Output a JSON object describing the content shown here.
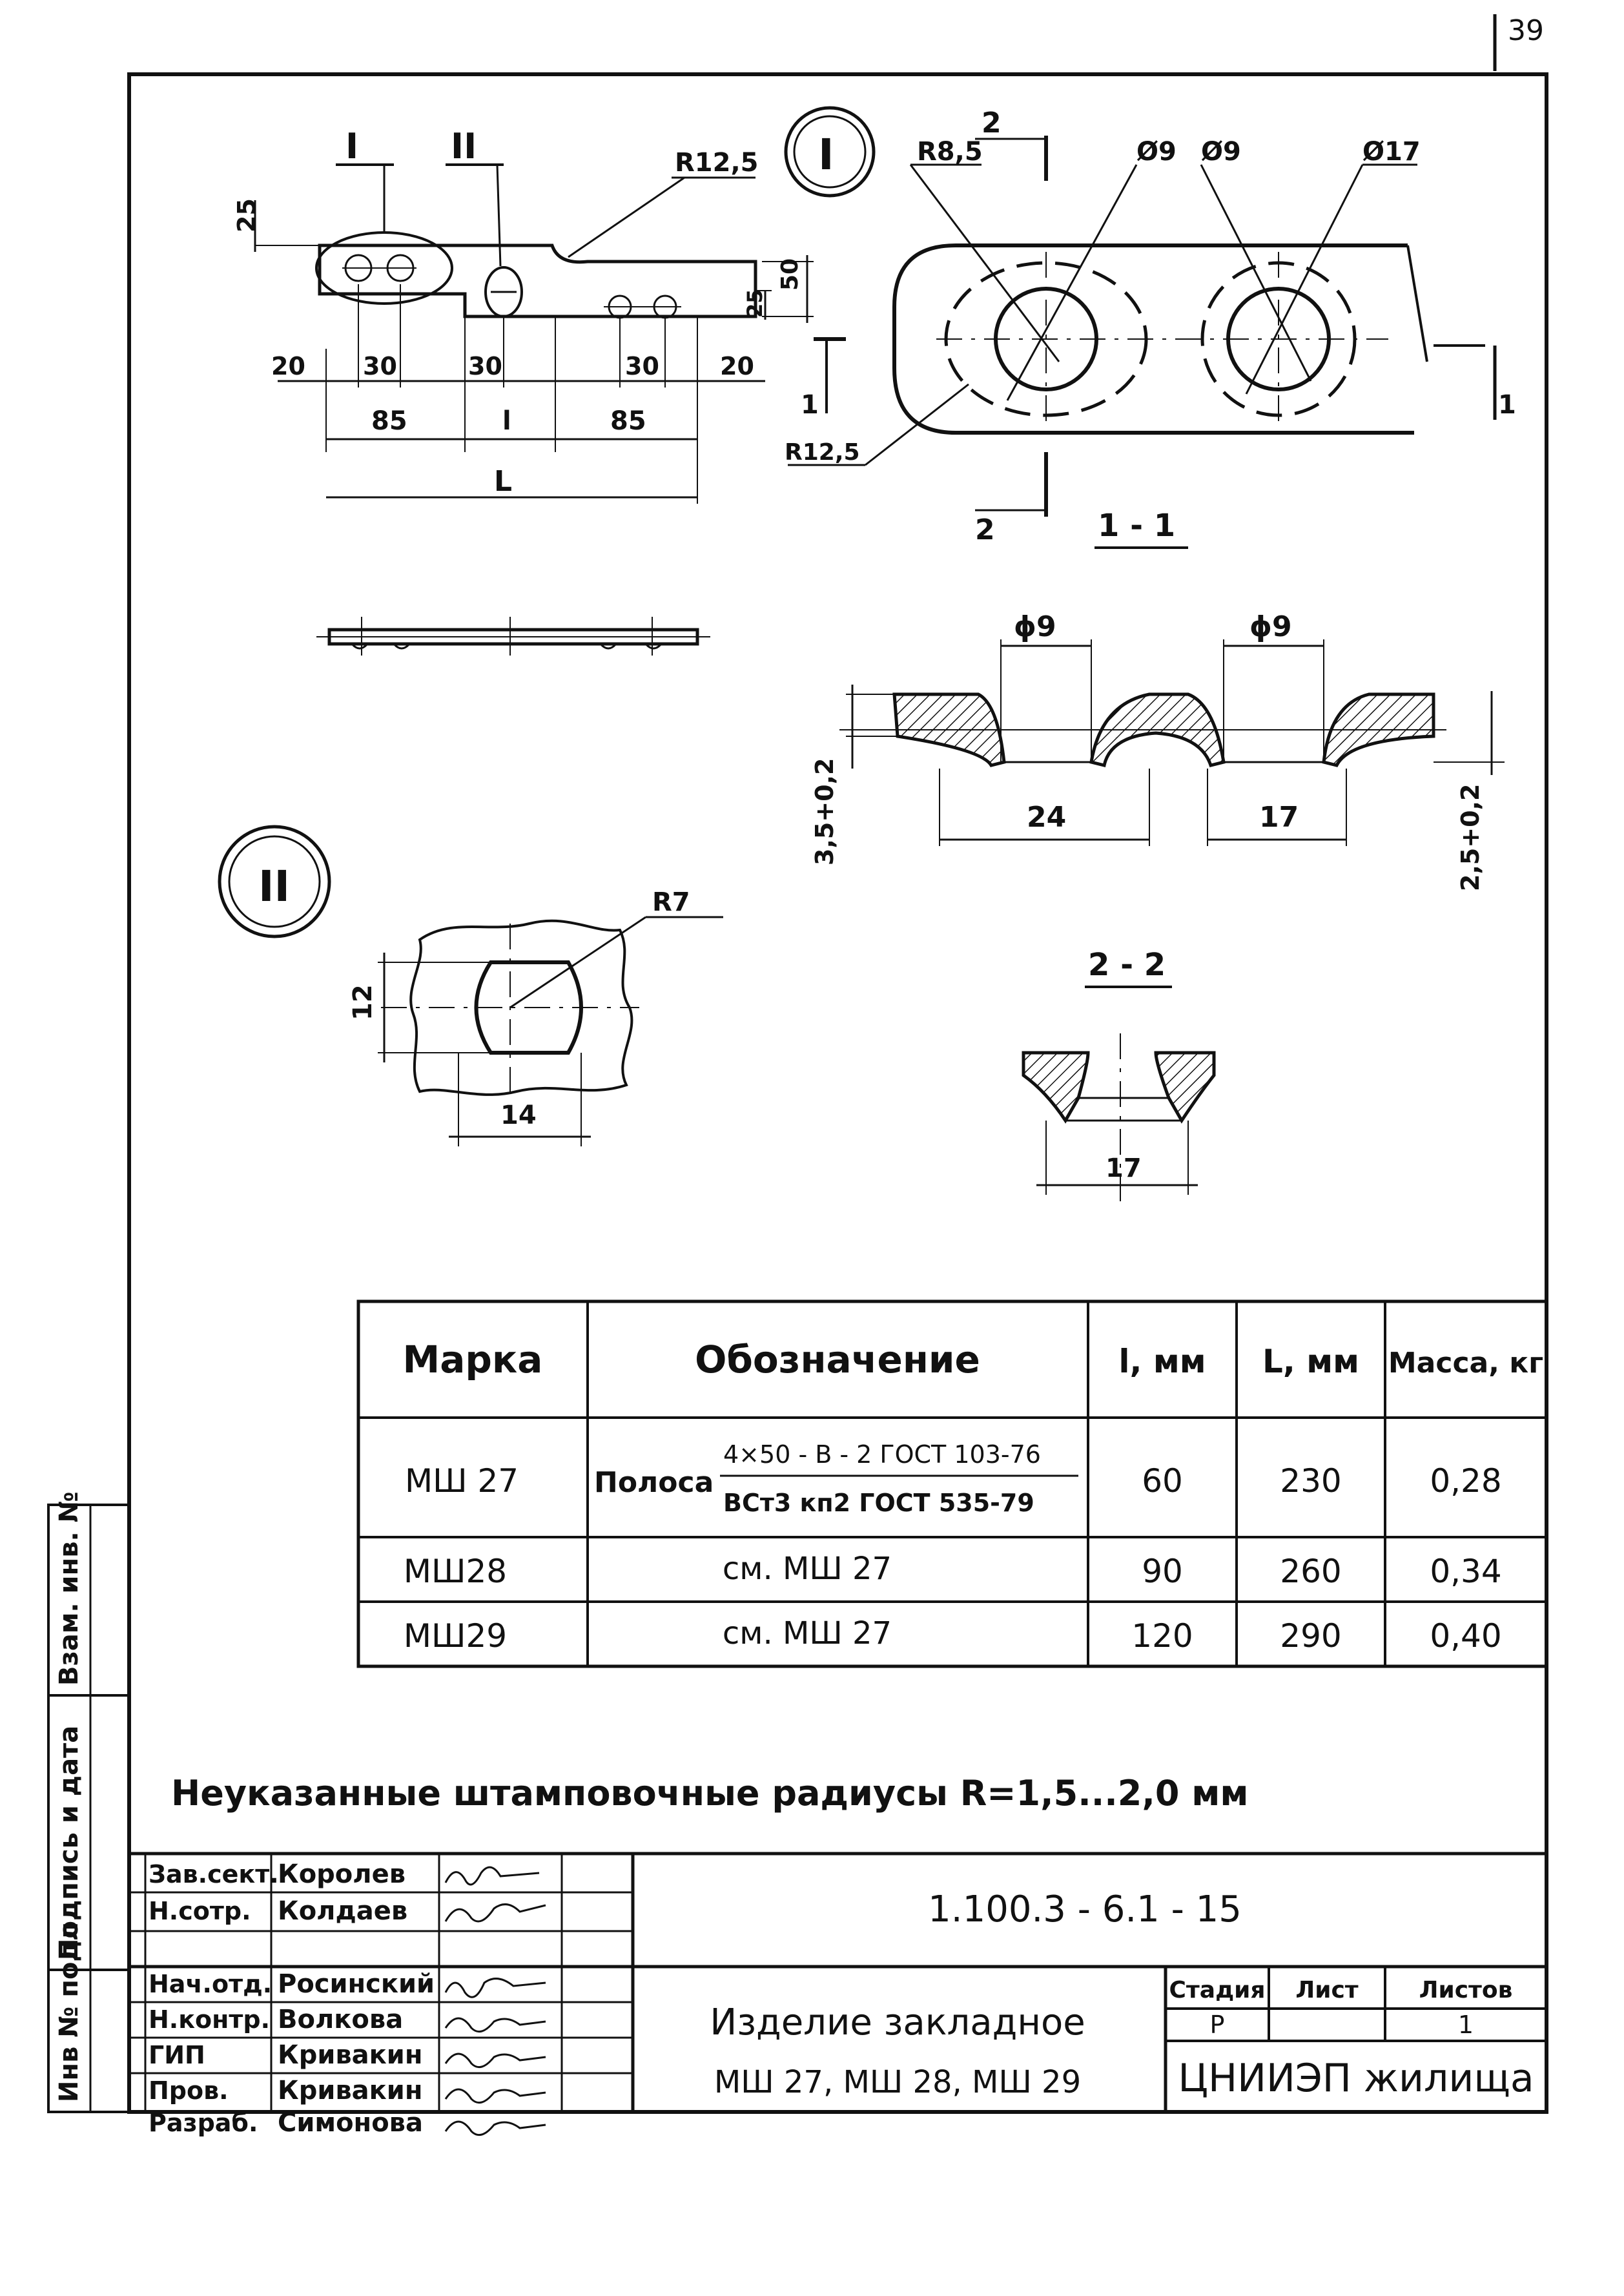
{
  "page_number": "39",
  "views": {
    "main": {
      "callout_1": "I",
      "callout_2": "II",
      "radius_top": "R12,5",
      "dim_25": "25",
      "dim_50": "50",
      "dim_25b": "25",
      "dim_20_left": "20",
      "dim_30_a": "30",
      "dim_30_b": "30",
      "dim_30_c": "30",
      "dim_20_right": "20",
      "dim_85_left": "85",
      "dim_l": "l",
      "dim_85_right": "85",
      "dim_L": "L"
    },
    "detail_1": {
      "badge": "I",
      "cut_2": "2",
      "cut_2b": "2",
      "cut_1": "1",
      "cut_1b": "1",
      "r85": "R8,5",
      "d9a": "Ø9",
      "d9b": "Ø9",
      "d17": "Ø17",
      "r125": "R12,5",
      "section_title": "1 - 1"
    },
    "section_1_1": {
      "phi9a": "ϕ9",
      "phi9b": "ϕ9",
      "dim_24": "24",
      "dim_17": "17",
      "thick_left": "3,5+0,2",
      "thick_right": "2,5+0,2"
    },
    "detail_2": {
      "badge": "II",
      "r7": "R7",
      "dim_12": "12",
      "dim_14": "14"
    },
    "section_2_2": {
      "title": "2 - 2",
      "dim_17": "17"
    }
  },
  "table": {
    "headers": [
      "Марка",
      "Обозначение",
      "l, мм",
      "L, мм",
      "Масса, кг"
    ],
    "row1": {
      "mark": "МШ 27",
      "designation_prefix": "Полоса",
      "designation_top": "4×50 - B - 2 ГОСТ 103-76",
      "designation_bottom": "ВСт3 кп2 ГОСТ 535-79",
      "l": "60",
      "L": "230",
      "mass": "0,28"
    },
    "row2": {
      "mark": "МШ28",
      "designation": "см. МШ 27",
      "l": "90",
      "L": "260",
      "mass": "0,34"
    },
    "row3": {
      "mark": "МШ29",
      "designation": "см. МШ 27",
      "l": "120",
      "L": "290",
      "mass": "0,40"
    }
  },
  "note": "Неуказанные штамповочные радиусы R=1,5...2,0 мм",
  "side_labels": {
    "vzam": "Взам. инв. №",
    "podpis": "Подпись и дата",
    "podl": "Инв № подл"
  },
  "title_block": {
    "staff": [
      {
        "role": "Зав.сект.",
        "name": "Королев"
      },
      {
        "role": "Н.сотр.",
        "name": "Колдаев"
      },
      {
        "role": "Нач.отд.",
        "name": "Росинский"
      },
      {
        "role": "Н.контр.",
        "name": "Волкова"
      },
      {
        "role": "ГИП",
        "name": "Кривакин"
      },
      {
        "role": "Пров.",
        "name": "Кривакин"
      },
      {
        "role": "Разраб.",
        "name": "Симонова"
      }
    ],
    "code": "1.100.3 - 6.1 - 15",
    "product_line1": "Изделие закладное",
    "product_line2": "МШ 27, МШ 28, МШ 29",
    "stage_label": "Стадия",
    "sheet_label": "Лист",
    "sheets_label": "Листов",
    "stage_value": "Р",
    "sheet_value": "",
    "sheets_value": "1",
    "organization": "ЦНИИЭП жилища"
  }
}
